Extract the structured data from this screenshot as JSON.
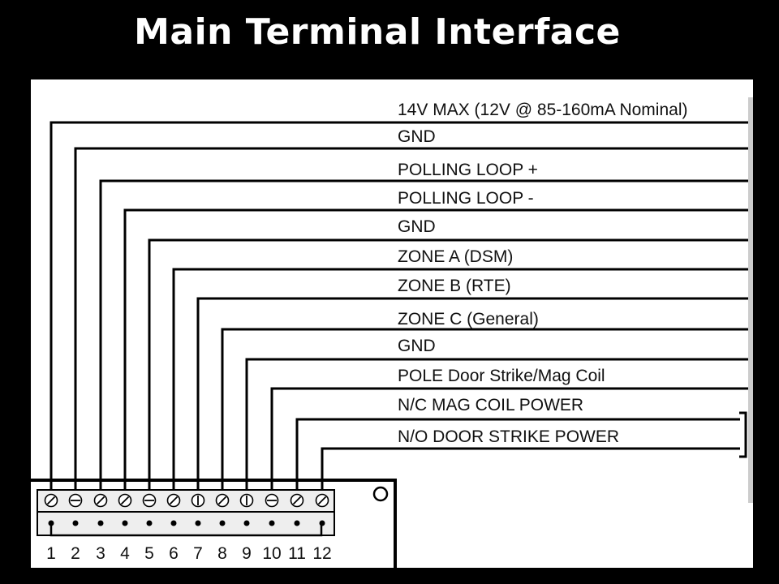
{
  "title": "Main Terminal Interface",
  "terminals": [
    {
      "number": "1",
      "label": "14V MAX (12V @ 85-160mA Nominal)",
      "screw": "slash"
    },
    {
      "number": "2",
      "label": "GND",
      "screw": "horizontal"
    },
    {
      "number": "3",
      "label": "POLLING LOOP +",
      "screw": "slash"
    },
    {
      "number": "4",
      "label": "POLLING LOOP -",
      "screw": "slash"
    },
    {
      "number": "5",
      "label": "GND",
      "screw": "horizontal"
    },
    {
      "number": "6",
      "label": "ZONE A (DSM)",
      "screw": "slash"
    },
    {
      "number": "7",
      "label": "ZONE B (RTE)",
      "screw": "vertical"
    },
    {
      "number": "8",
      "label": "ZONE C (General)",
      "screw": "slash"
    },
    {
      "number": "9",
      "label": "GND",
      "screw": "vertical"
    },
    {
      "number": "10",
      "label": "POLE Door Strike/Mag Coil",
      "screw": "horizontal"
    },
    {
      "number": "11",
      "label": "N/C MAG COIL POWER",
      "screw": "slash"
    },
    {
      "number": "12",
      "label": "N/O DOOR STRIKE POWER",
      "screw": "slash"
    }
  ],
  "colors": {
    "background": "#000000",
    "panel": "#ffffff",
    "wire": "#000000",
    "title": "#ffffff"
  }
}
